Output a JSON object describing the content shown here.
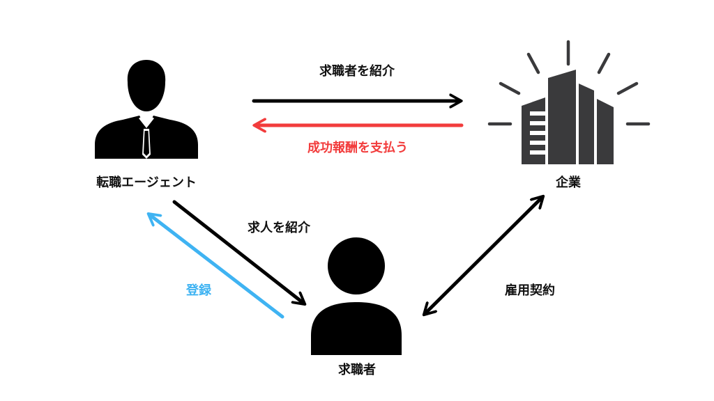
{
  "colors": {
    "ink": "#000000",
    "building": "#3a3a3c",
    "payment": "#f23c3c",
    "registration": "#3fb3f2"
  },
  "nodes": {
    "agent": {
      "label": "転職エージェント",
      "icon": "businessman-icon"
    },
    "company": {
      "label": "企業",
      "icon": "office-building-icon"
    },
    "seeker": {
      "label": "求職者",
      "icon": "person-icon"
    }
  },
  "edges": {
    "introduce_seeker": {
      "label": "求職者を紹介",
      "from": "agent",
      "to": "company"
    },
    "pay_fee": {
      "label": "成功報酬を支払う",
      "from": "company",
      "to": "agent"
    },
    "introduce_job": {
      "label": "求人を紹介",
      "from": "agent",
      "to": "seeker"
    },
    "register": {
      "label": "登録",
      "from": "seeker",
      "to": "agent"
    },
    "employment_contract": {
      "label": "雇用契約",
      "from": "company",
      "to": "seeker",
      "bidirectional": true
    }
  }
}
